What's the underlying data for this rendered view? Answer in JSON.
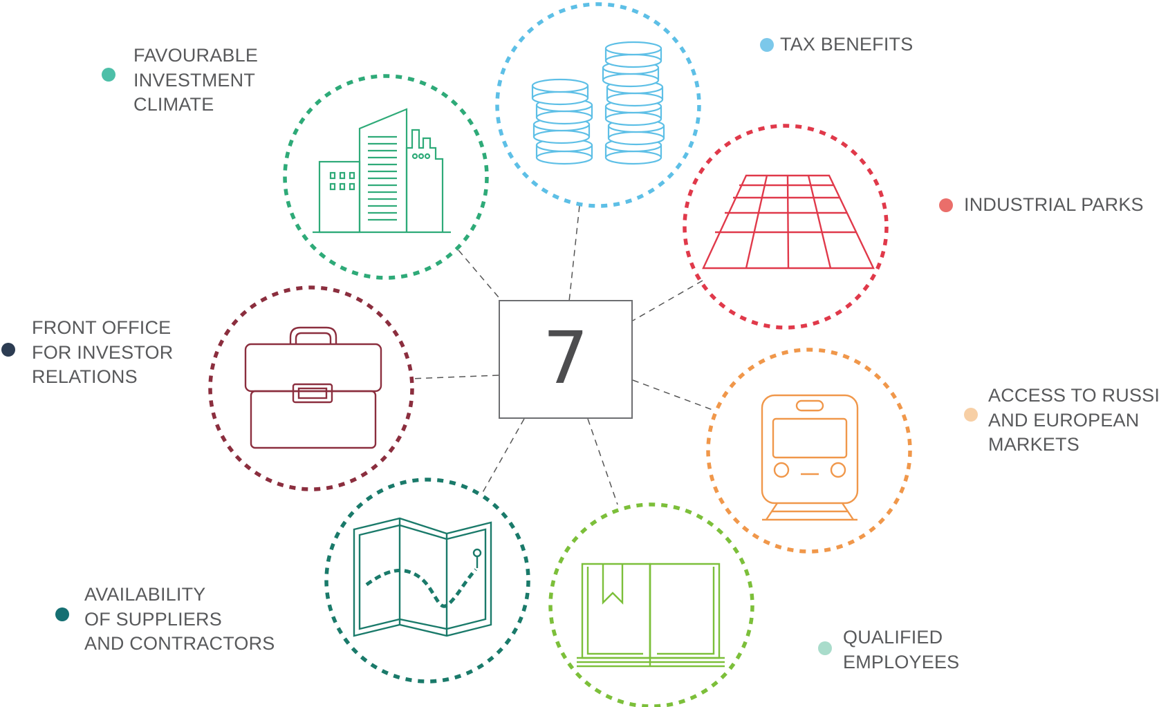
{
  "center": {
    "value": "7"
  },
  "items": [
    {
      "id": "investment",
      "lines": [
        "FAVOURABLE",
        "INVESTMENT",
        "CLIMATE"
      ],
      "color": "#2eaa78",
      "dot": "#4dbfa8",
      "icon": "buildings-icon"
    },
    {
      "id": "tax",
      "lines": [
        "TAX BENEFITS"
      ],
      "color": "#5dbfe6",
      "dot": "#7cc8ea",
      "icon": "coins-icon"
    },
    {
      "id": "parks",
      "lines": [
        "INDUSTRIAL PARKS"
      ],
      "color": "#e0394a",
      "dot": "#ea6e6a",
      "icon": "industrial-grid-icon"
    },
    {
      "id": "markets",
      "lines": [
        "ACCESS TO RUSSIAN",
        "AND EUROPEAN",
        "MARKETS"
      ],
      "color": "#f0974a",
      "dot": "#f7cfa5",
      "icon": "train-icon"
    },
    {
      "id": "employees",
      "lines": [
        "QUALIFIED",
        "EMPLOYEES"
      ],
      "color": "#7cbf3a",
      "dot": "#a9dccb",
      "icon": "book-icon"
    },
    {
      "id": "suppliers",
      "lines": [
        "AVAILABILITY",
        "OF SUPPLIERS",
        "AND CONTRACTORS"
      ],
      "color": "#1a7a6a",
      "dot": "#156f72",
      "icon": "map-icon"
    },
    {
      "id": "frontoffice",
      "lines": [
        "FRONT OFFICE",
        "FOR INVESTOR",
        "RELATIONS"
      ],
      "color": "#8b2e3e",
      "dot": "#2c3c52",
      "icon": "briefcase-icon"
    }
  ]
}
